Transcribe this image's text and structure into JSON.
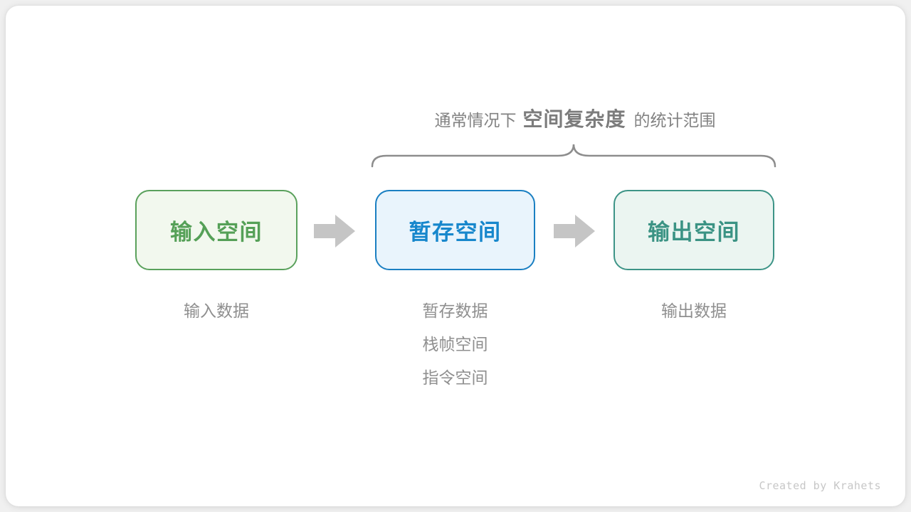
{
  "header": {
    "prefix": "通常情况下",
    "emphasis": "空间复杂度",
    "suffix": "的统计范围"
  },
  "diagram": {
    "nodes": [
      {
        "id": "input-space",
        "label": "输入空间",
        "border_color": "#5aa15c",
        "bg_color": "#f2f8ee",
        "text_color": "#55a057",
        "annotations": [
          "输入数据"
        ]
      },
      {
        "id": "temp-space",
        "label": "暂存空间",
        "border_color": "#1a7fc2",
        "bg_color": "#e9f4fc",
        "text_color": "#1787cc",
        "annotations": [
          "暂存数据",
          "栈帧空间",
          "指令空间"
        ]
      },
      {
        "id": "output-space",
        "label": "输出空间",
        "border_color": "#3d9487",
        "bg_color": "#ebf5f1",
        "text_color": "#3b9384",
        "annotations": [
          "输出数据"
        ]
      }
    ],
    "arrow_color": "#c5c5c5",
    "brace_color": "#8d8d8d",
    "annotation_color": "#8f8f8f"
  },
  "footer": {
    "credit": "Created by Krahets"
  }
}
